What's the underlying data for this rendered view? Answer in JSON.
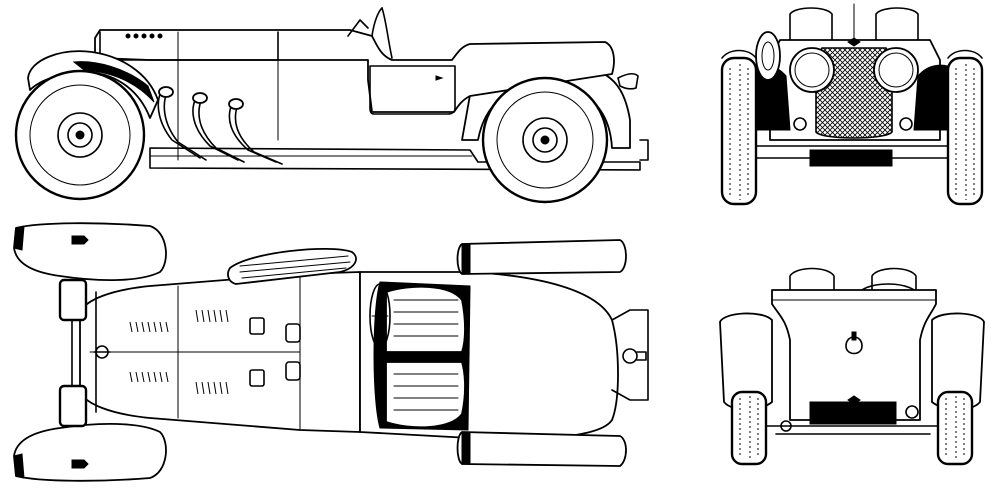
{
  "drawing": {
    "views": [
      {
        "view": "side"
      },
      {
        "view": "front"
      },
      {
        "view": "top"
      },
      {
        "view": "rear"
      }
    ]
  }
}
